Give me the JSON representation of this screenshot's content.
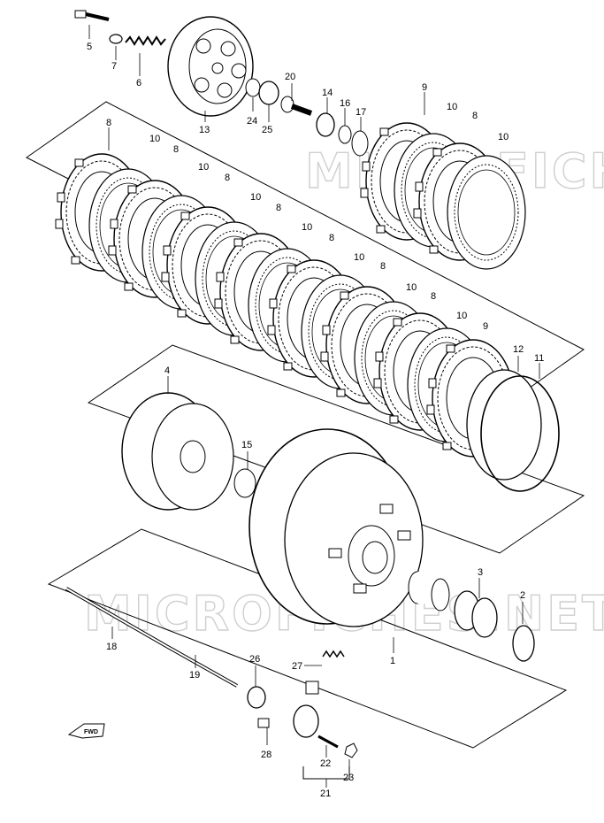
{
  "watermark": "MICROFICHES.NET",
  "fwd_label": "FWD",
  "labels": {
    "1": "1",
    "2": "2",
    "3": "3",
    "4": "4",
    "5": "5",
    "6": "6",
    "7": "7",
    "8": "8",
    "9": "9",
    "10": "10",
    "11": "11",
    "12": "12",
    "13": "13",
    "14": "14",
    "15": "15",
    "16": "16",
    "17": "17",
    "18": "18",
    "19": "19",
    "20": "20",
    "21": "21",
    "22": "22",
    "23": "23",
    "24": "24",
    "25": "25",
    "26": "26",
    "27": "27",
    "28": "28"
  }
}
